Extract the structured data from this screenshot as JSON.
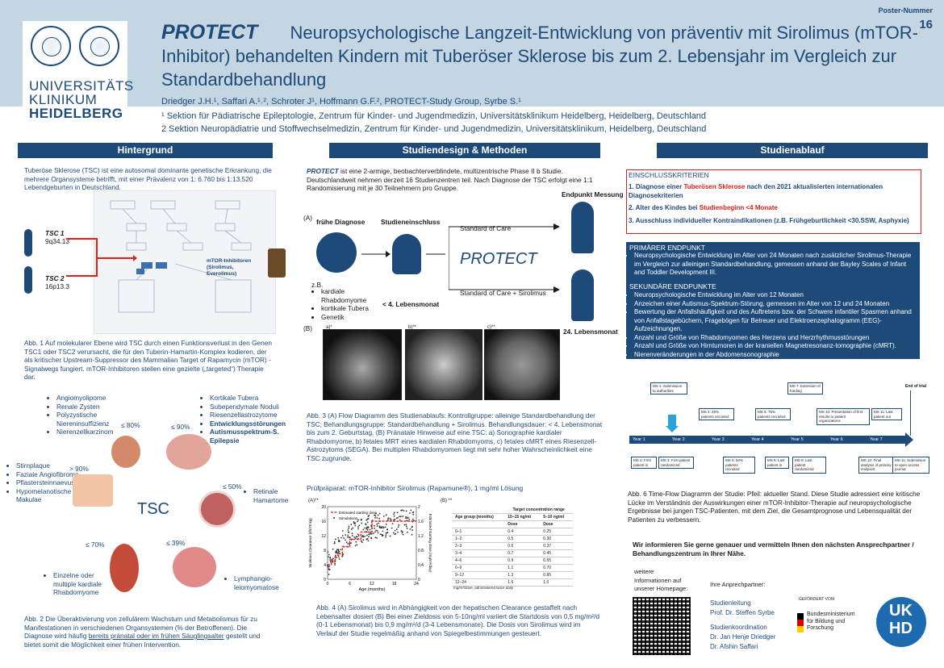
{
  "poster": {
    "number_label": "Poster-Nummer",
    "number": "16",
    "title_protect": "PROTECT",
    "title_rest": "Neuropsychologische Langzeit-Entwicklung von präventiv mit Sirolimus (mTOR-Inhibitor) behandelten Kindern mit Tuberöser Sklerose bis zum 2. Lebensjahr im Vergleich zur Standardbehandlung",
    "authors": "Driedger J.H.¹, Saffari A.¹˒², Schroter J¹, Hoffmann G.F.², PROTECT-Study Group, Syrbe S.¹",
    "aff1": "¹ Sektion für Pädiatrische Epileptologie, Zentrum für Kinder- und Jugendmedizin, Universitätsklinikum Heidelberg, Heidelberg, Deutschland",
    "aff2": "2 Sektion Neuropädiatrie und Stoffwechselmedizin, Zentrum für Kinder- und Jugendmedizin, Universitätsklinikum, Heidelberg, Deutschland",
    "logo_lines": [
      "UNIVERSITÄTS",
      "KLINIKUM",
      "HEIDELBERG"
    ]
  },
  "sections": {
    "left": "Hintergrund",
    "middle": "Studiendesign & Methoden",
    "right": "Studienablauf"
  },
  "left": {
    "intro": "Tuberöse Sklerose (TSC) ist eine autosomal dominante genetische Erkrankung, die mehrere Organsysteme betrifft, mit einer Prävalenz von 1: 6.760 bis 1:13.520 Lebendgeburten in Deutschland.",
    "tsc1": "TSC 1",
    "tsc1_loc": "9q34.13",
    "tsc2": "TSC 2",
    "tsc2_loc": "16p13.3",
    "mtor_label": "mTOR-Inhibitoren (Sirolimus, Everolimus)",
    "abb1": "Abb. 1 Auf molekularer Ebene wird TSC durch einen Funktionsverlust in den Genen TSC1 oder TSC2 verursacht, die für den Tuberin-Hamartin-Komplex kodieren, der als kritischer Upstream-Suppressor des Mammalian Target of Rapamycin (mTOR) -Signalwegs fungiert. mTOR-Inhibitoren stellen eine gezielte („targeted“) Therapie dar.",
    "tsc_center": "TSC",
    "kidney_items": [
      "Angiomyolipome",
      "Renale Zysten",
      "Polyzystische Niereninsuffizienz",
      "Nierenzellkarzinom"
    ],
    "kidney_pct": "≤ 80%",
    "brain_items": [
      "Kortikale Tubera",
      "Subependymale Noduli",
      "Riesenzellastrozytome",
      "Entwicklungsstörungen",
      "Autismusspektrum-S.",
      "Epilepsie"
    ],
    "brain_pct": "≤ 90%",
    "skin_items": [
      "Stirnplaque",
      "Faziale Angiofibrome",
      "Pflastersteinnaevus",
      "Hypomelanotische Makulae"
    ],
    "skin_pct": "> 90%",
    "eye_items": [
      "Retinale Hamartome"
    ],
    "eye_pct": "≤ 50%",
    "heart_items": [
      "Einzelne oder multiple kardiale Rhabdomyome"
    ],
    "heart_pct": "≤ 70%",
    "lung_items": [
      "Lymphangio-leiomyomatose"
    ],
    "lung_pct": "≤ 39%",
    "abb2_a": "Abb. 2 Die Überaktivierung von zellulärem Wachstum und Metabolismus für zu Manifestationen in verschiedenen Organsystemen (% der Betroffenen). Die Diagnose wird häufig ",
    "abb2_link": "bereits pränatal oder im frühen Säuglingsalter",
    "abb2_b": " gestellt und bietet somit die Möglichkeit einer frühen Intervention."
  },
  "middle": {
    "intro_protect": "PROTECT",
    "intro": " ist eine 2-armige, beobachterverblindete, multizentrische Phase II b Studie. Deutschlandweit nehmen derzeit 16 Studienzentren teil. Nach Diagnose der TSC erfolgt eine 1:1 Randomisierung mit je 30 Teilnehmern pro Gruppe.",
    "panel_a": "(A)",
    "endpunkt": "Endpunkt Messung",
    "fruehe_diagnose": "frühe Diagnose",
    "studieneinschluss": "Studieneinschluss",
    "standard_care": "Standard of Care",
    "protect_logo": "PROTECT",
    "standard_siro": "Standard of Care + Sirolimus",
    "zb": "z.B.",
    "zb_items": [
      "kardiale Rhabdomyome",
      "kortikale Tubera",
      "Genetik"
    ],
    "lebensmonat4": "< 4. Lebensmonat",
    "lebensmonat24": "24. Lebensmonat",
    "panel_b": "(B)",
    "img_a": "a)*",
    "img_b": "b)**",
    "img_c": "c)**",
    "abb3": "Abb. 3 (A) Flow Diagramm des Studienablaufs: Kontrollgruppe: alleinige Standardbehandlung der TSC; Behandlungsgruppe: Standardbehandlung + Sirolimus. Behandlungsdauer: < 4. Lebensmonat bis zum 2. Geburtstag. (B) Pränatale Hinweise auf eine TSC: a) Sonographie kardialer Rhabdomyome, b) fetales MRT eines kardialen Rhabdomyoms, c) fetales cMRT eines Riesenzell-Astrozytoms (SEGA). Bei multiplen Rhabdomyomen liegt mit sehr hoher Wahrscheinlichkeit eine TSC zugrunde.",
    "pruef": "Prüfpräparat: mTOR-Inhibitor Sirolimus (Rapamune®), 1 mg/ml Lösung",
    "abb4": "Abb. 4 (A) Sirolimus wird in Abhängigkeit von der hepatischen Clearance gestaffelt nach Lebensalter dosiert (B) Bei einer Zieldosis von 5-10ng/ml variiert die Startdosis von 0,5 mg/m²/d (0-1 Lebensmonat) bis 0,9 mg/m²/d (3-4 Lebensmonate). Die Dosis von Sirolimus wird im Verlauf der Studie regelmäßig anhand von Spiegelbestimmungen  gesteuert.",
    "table": {
      "panel": "(B) **",
      "top_header": "Target concentration range",
      "col0": "Age group (months)",
      "col1": "10–15 ng/ml",
      "col2": "5–10 ng/ml",
      "sub1": "Dose",
      "sub2": "Dose",
      "rows": [
        [
          "0–1",
          "0.4",
          "0.25"
        ],
        [
          "1–2",
          "0.5",
          "0.30"
        ],
        [
          "2–3",
          "0.6",
          "0.37"
        ],
        [
          "3–4",
          "0.7",
          "0.45"
        ],
        [
          "4–6",
          "0.9",
          "0.55"
        ],
        [
          "6–9",
          "1.1",
          "0.70"
        ],
        [
          "9–12",
          "1.3",
          "0.85"
        ],
        [
          "12–24",
          "1.6",
          "1.0"
        ]
      ],
      "note": "mg/m²/dose, administered twice daily"
    }
  },
  "chart_data": {
    "type": "scatter",
    "panel": "(A)**",
    "xlabel": "Age (months)",
    "ylabel": "Sirolimus Clearance (l/h/70 kg)",
    "y2label": "Estimated starting dose (mg/m²/day)",
    "xlim": [
      0,
      24
    ],
    "ylim": [
      0,
      20
    ],
    "x_ticks": [
      0,
      6,
      12,
      18,
      24
    ],
    "y_ticks": [
      0,
      4,
      8,
      12,
      16,
      20
    ],
    "y2_ticks": [
      0,
      0.4,
      0.8,
      1.2,
      1.6,
      2.0
    ],
    "legend": [
      "Estimated starting dose",
      "Simulations"
    ],
    "series": [
      {
        "name": "Estimated starting dose",
        "x": [
          0,
          1,
          1,
          2,
          2,
          3,
          3,
          4,
          4,
          6,
          6,
          9,
          9,
          12,
          12,
          24
        ],
        "y": [
          4,
          4,
          5,
          5,
          6,
          6,
          7,
          7,
          9,
          9,
          11,
          11,
          13,
          13,
          16,
          16
        ]
      }
    ]
  },
  "right": {
    "ein_title": "EINSCHLUSSKRITERIEN",
    "ein1_a": "1. Diagnose einer ",
    "ein1_red": "Tuberösen Sklerose",
    "ein1_b": " nach den 2021 aktualisierten internationalen Diagnosekriterien",
    "ein2_a": "2. Alter des Kindes bei ",
    "ein2_red": "Studienbeginn <4 Monate",
    "ein3": "3. Ausschluss individueller Kontraindikationen (z.B. Frühgeburtlichkeit <30.SSW, Asphyxie)",
    "prim_title": "PRIMÄRER ENDPUNKT",
    "prim_items": [
      "Neuropsychologische Entwicklung im Alter von 24 Monaten nach zusätzlicher Sirolimus-Therapie im Vergleich zur alleinigen Standardbehandlung, gemessen anhand der Bayley Scales of Infant and Toddler Development III."
    ],
    "sek_title": "SEKUNDÄRE ENDPUNKTE",
    "sek_items": [
      "Neuropsychologische Entwicklung im Alter von 12 Monaten",
      "Anzeichen einer Autismus-Spektrum-Störung, gemessen im Alter von 12 und 24 Monaten",
      "Bewertung der Anfallshäufigkeit und des Auftretens bzw. der Schwere infantiler Spasmen anhand von Anfallstagebüchern, Fragebögen für Betreuer und Elektroenzephalogramm (EEG)-Aufzeichnungen.",
      "Anzahl und Größe von Rhabdomyomen des Herzens und Herzrhythmusstörungen",
      "Anzahl und Größe von Hirntumoren in der kraniellen Magnetresonanz-tomographie (cMRT).",
      "Nierenveränderungen in der Abdomensonographie"
    ],
    "timeline_end": "End of trial",
    "years": [
      "Year 1",
      "Year 2",
      "Year 3",
      "Year 4",
      "Year 5",
      "Year 6",
      "Year 7"
    ],
    "ms_top": [
      "MS 1: Submission to authorities",
      "MS 4: 25% patients recruited",
      "MS 6: 75% patients recruited",
      "MS 7: Extension of funding",
      "MS 10: Presentation of first results to patient organizations",
      "MS 11: Last patient out"
    ],
    "ms_bottom": [
      "MS 2: First patient in",
      "MS 3: First patient randomized",
      "MS 5: 50% patients recruited",
      "MS 8: Last patient in",
      "MS 9: Last patient randomized",
      "MS 10: Final analysis of primary endpoint",
      "MS 11: Submission to open access journal"
    ],
    "abb6": "Abb. 6 Time-Flow Diagramm der Studie: Pfeil: aktueller Stand. Diese Studie adressiert eine kritische Lücke im Verständnis der Auswirkungen einer mTOR-Inhibitor-Therapie auf neuropsychologische Ergebnisse bei jungen TSC-Patienten, mit dem Ziel, die Gesamtprognose und Lebensqualität der Patienten zu verbessern.",
    "info": "Wir informieren Sie gerne genauer und vermitteln Ihnen den nächsten Ansprechpartner / Behandlungszentrum in Ihrer Nähe.",
    "weitere": "weitere Informationen auf unserer Homepage:",
    "ansprech": "Ihre Anprechpartner:",
    "studienleitung": "Studienleitung",
    "syrbe": "Prof. Dr. Steffen Syrbe",
    "koord": "Studienkoordination",
    "driedger": "Dr. Jan Henje Driedger",
    "saffari": "Dr. Afshin Saffari",
    "gefoerdert": "GEFÖRDERT VOM",
    "bmbf": "Bundesministerium für Bildung und Forschung",
    "ukhd_top": "UK",
    "ukhd_bottom": "HD"
  },
  "colors": {
    "navy": "#1e4a7a",
    "red": "#e0201b",
    "header_bg": "#c5d6e3"
  }
}
